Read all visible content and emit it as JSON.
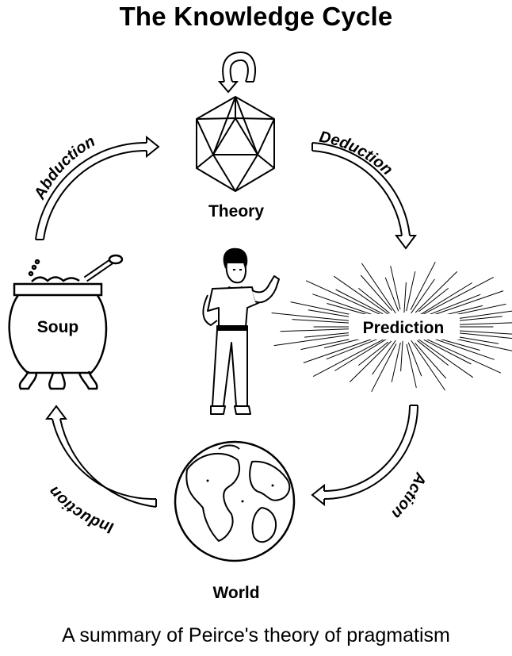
{
  "title": "The Knowledge Cycle",
  "caption": "A summary of Peirce's theory of pragmatism",
  "nodes": {
    "theory": "Theory",
    "prediction": "Prediction",
    "world": "World",
    "soup": "Soup"
  },
  "arcs": {
    "deduction": "Deduction",
    "action": "Action",
    "induction": "Induction",
    "abduction": "Abduction"
  },
  "icons": {
    "theory": "icosahedron-icon",
    "prediction": "starburst-icon",
    "world": "globe-icon",
    "soup": "cauldron-icon",
    "center": "person-figure-icon"
  }
}
